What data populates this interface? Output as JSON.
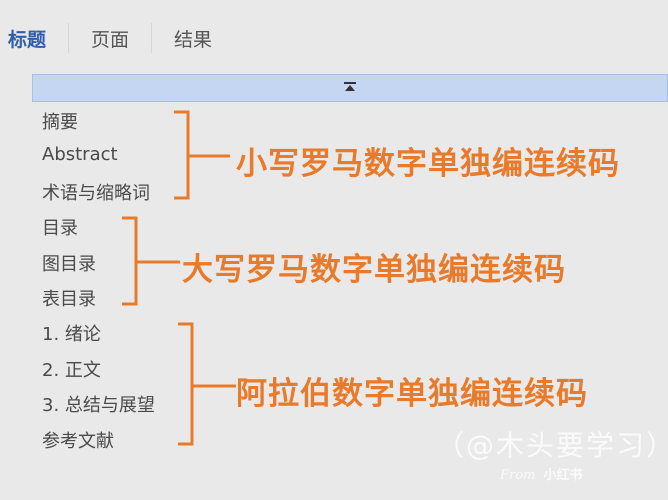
{
  "tabs": [
    {
      "label": "标题",
      "active": true
    },
    {
      "label": "页面",
      "active": false
    },
    {
      "label": "结果",
      "active": false
    }
  ],
  "collapse_bar": {
    "icon": "collapse-up-icon",
    "glyph": "⏶"
  },
  "outline": {
    "groups": [
      {
        "items": [
          "摘要",
          "Abstract",
          "术语与缩略词"
        ],
        "annotation": "小写罗马数字单独编连续码"
      },
      {
        "items": [
          "目录",
          "图目录",
          "表目录"
        ],
        "annotation": "大写罗马数字单独编连续码"
      },
      {
        "items": [
          "1. 绪论",
          "2. 正文",
          "3. 总结与展望",
          "参考文献"
        ],
        "annotation": "阿拉伯数字单独编连续码"
      }
    ]
  },
  "annotation_color": "#e87a2a",
  "watermark": {
    "handle": "（@木头要学习）",
    "from": "From",
    "app": "小红书"
  }
}
